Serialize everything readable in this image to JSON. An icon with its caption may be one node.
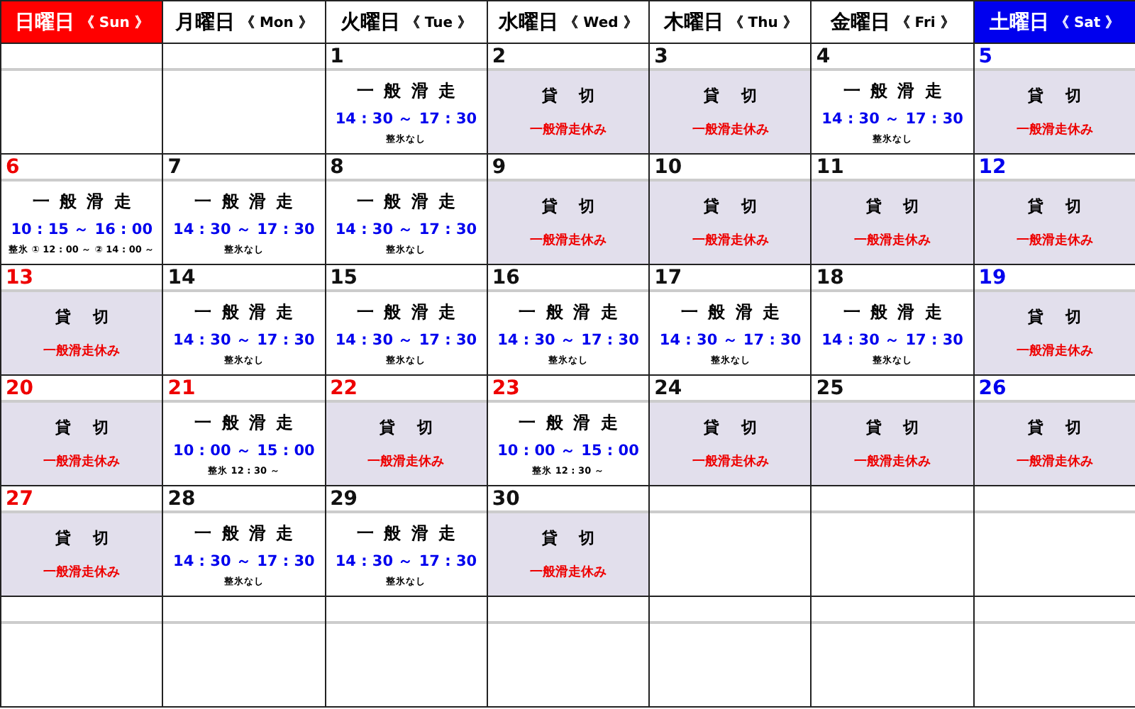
{
  "diagram": {
    "labels": [
      "日曜日",
      "《 Sun 》",
      "月曜日",
      "《 Mon 》",
      "火曜日",
      "《 Tue 》",
      "水曜日",
      "《 Wed 》",
      "木曜日",
      "《 Thu 》",
      "金曜日",
      "《 Fri 》",
      "土曜日",
      "《 Sat 》",
      "1",
      "一般滑走",
      "14 : 30 ～ 17 : 30",
      "整氷なし",
      "2",
      "貸切",
      "一般滑走休み",
      "3",
      "貸切",
      "一般滑走休み",
      "4",
      "一般滑走",
      "14 : 30 ～ 17 : 30",
      "整氷なし",
      "5",
      "貸切",
      "一般滑走休み",
      "6",
      "一般滑走",
      "10 : 15 ～ 16 : 00",
      "整氷 ① 12 : 00 ～ ② 14 : 00 ～",
      "7",
      "一般滑走",
      "14 : 30 ～ 17 : 30",
      "整氷なし",
      "8",
      "一般滑走",
      "14 : 30 ～ 17 : 30",
      "整氷なし",
      "9",
      "貸切",
      "一般滑走休み",
      "10",
      "貸切",
      "一般滑走休み",
      "11",
      "貸切",
      "一般滑走休み",
      "12",
      "貸切",
      "一般滑走休み",
      "13",
      "貸切",
      "一般滑走休み",
      "14",
      "一般滑走",
      "14 : 30 ～ 17 : 30",
      "整氷なし",
      "15",
      "一般滑走",
      "14 : 30 ～ 17 : 30",
      "整氷なし",
      "16",
      "一般滑走",
      "14 : 30 ～ 17 : 30",
      "整氷なし",
      "17",
      "一般滑走",
      "14 : 30 ～ 17 : 30",
      "整氷なし",
      "18",
      "一般滑走",
      "14 : 30 ～ 17 : 30",
      "整氷なし",
      "19",
      "貸切",
      "一般滑走休み",
      "20",
      "貸切",
      "一般滑走休み",
      "21",
      "一般滑走",
      "10 : 00 ～ 15 : 00",
      "整氷 12 : 30 ～",
      "22",
      "貸切",
      "一般滑走休み",
      "23",
      "一般滑走",
      "10 : 00 ～ 15 : 00",
      "整氷 12 : 30 ～",
      "24",
      "貸切",
      "一般滑走休み",
      "25",
      "貸切",
      "一般滑走休み",
      "26",
      "貸切",
      "一般滑走休み",
      "27",
      "貸切",
      "一般滑走休み",
      "28",
      "一般滑走",
      "14 : 30 ～ 17 : 30",
      "整氷なし",
      "29",
      "一般滑走",
      "14 : 30 ～ 17 : 30",
      "整氷なし",
      "30",
      "貸切",
      "一般滑走休み"
    ]
  }
}
